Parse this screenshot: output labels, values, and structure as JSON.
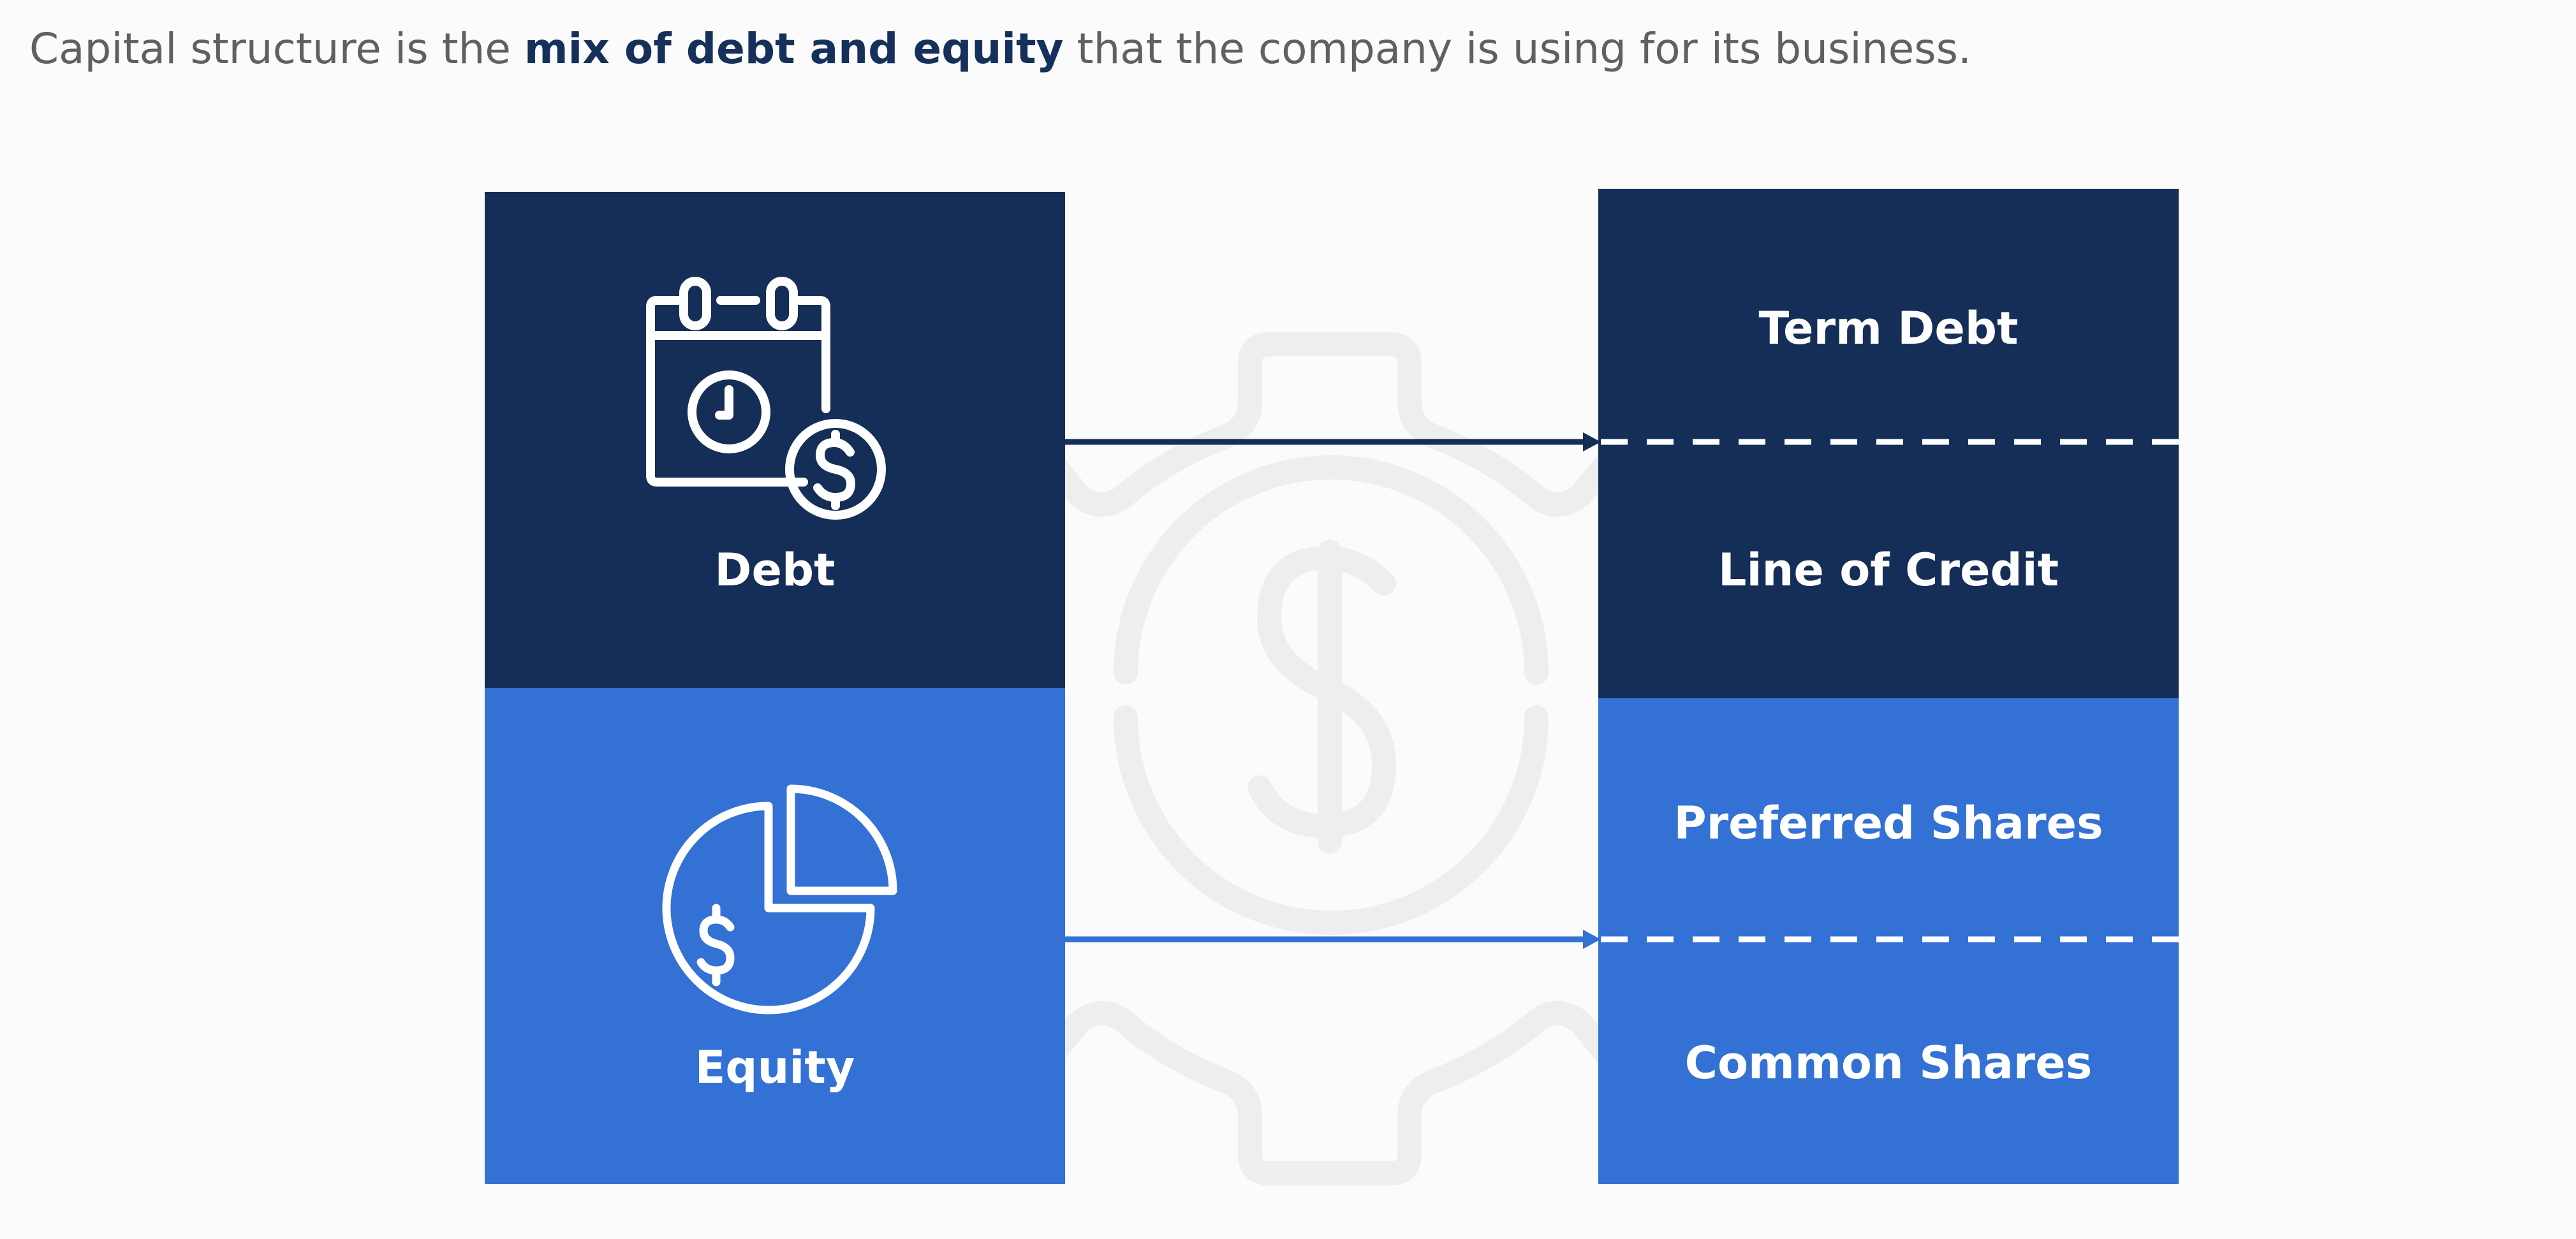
{
  "intro": {
    "before": "Capital structure is the ",
    "bold": "mix of debt and equity",
    "after": " that the company is using for its business."
  },
  "left": {
    "debt_label": "Debt",
    "equity_label": "Equity"
  },
  "right": {
    "items": [
      "Term Debt",
      "Line of Credit",
      "Preferred Shares",
      "Common Shares"
    ]
  },
  "colors": {
    "navy": "#152e57",
    "blue": "#3371d4",
    "text": "#5f6062",
    "watermark": "#eeeeee"
  }
}
